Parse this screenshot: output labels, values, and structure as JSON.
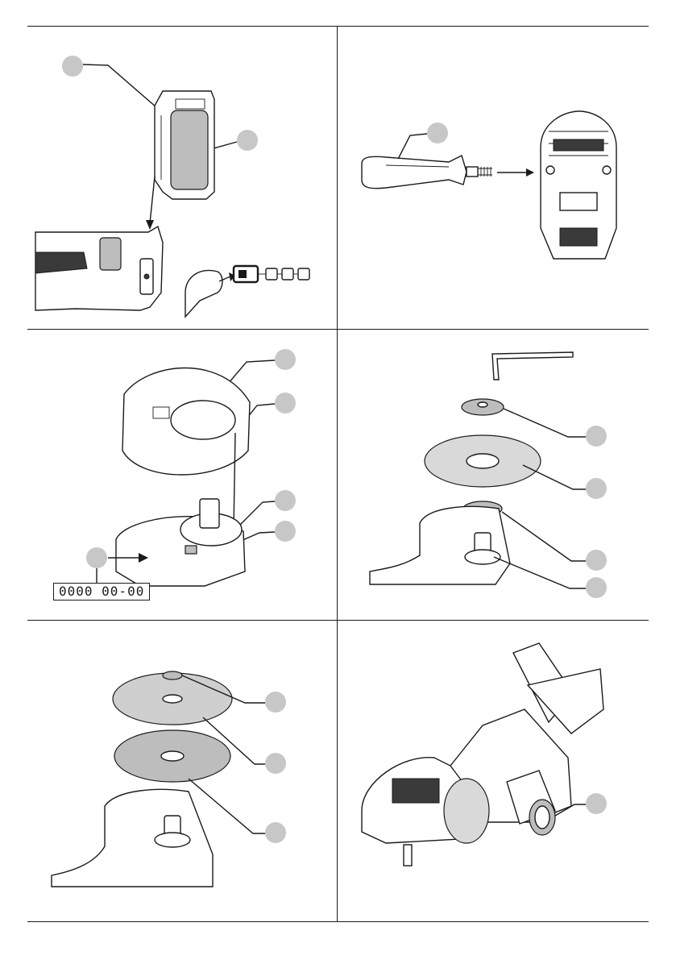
{
  "serial_label": "0000 00-00",
  "icons": {
    "fig1": "battery-insert-illustration",
    "fig2": "side-handle-illustration",
    "fig3": "guard-fitting-illustration",
    "fig4": "wheel-mounting-illustration",
    "fig5": "cutting-disc-illustration",
    "fig6": "grinder-in-use-illustration"
  },
  "battery_indicator": {
    "filled_bars": 1,
    "total_bars": 4
  },
  "colors": {
    "callout": "#c7c7c7",
    "line": "#1a1a1a"
  }
}
